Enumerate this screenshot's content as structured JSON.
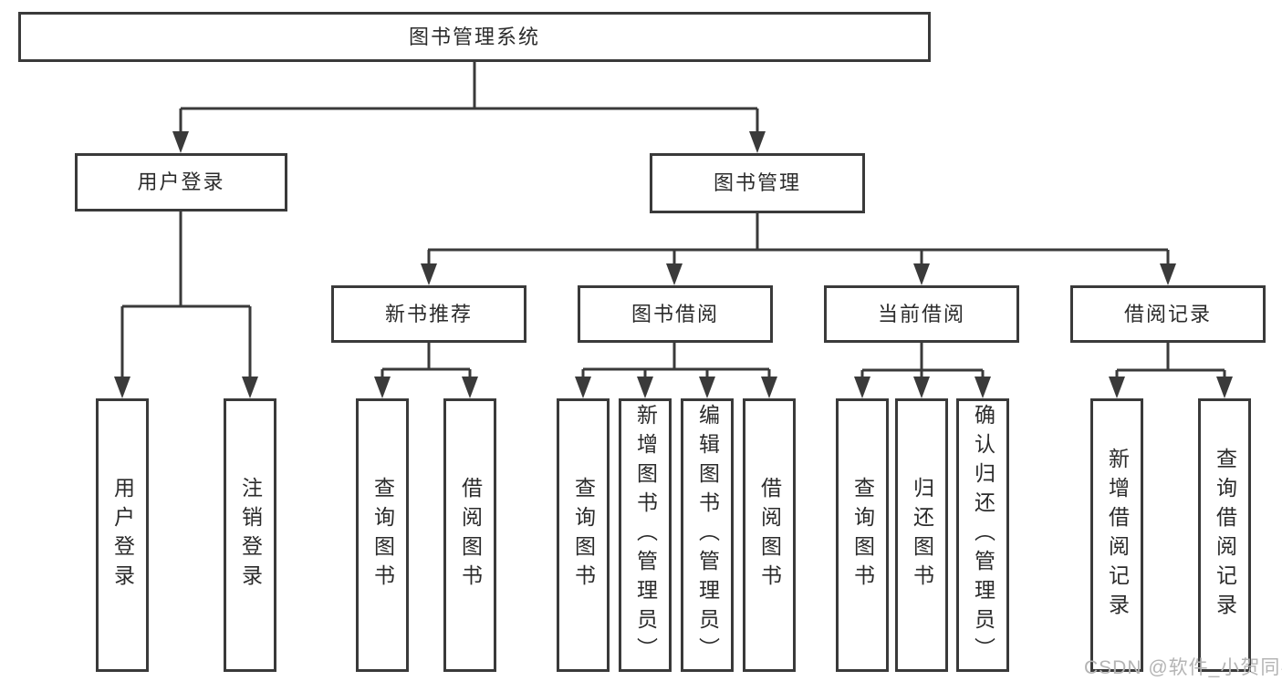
{
  "root": {
    "label": "图书管理系统"
  },
  "level1": [
    {
      "label": "用户登录"
    },
    {
      "label": "图书管理"
    }
  ],
  "level2": [
    {
      "label": "新书推荐"
    },
    {
      "label": "图书借阅"
    },
    {
      "label": "当前借阅"
    },
    {
      "label": "借阅记录"
    }
  ],
  "leaves": {
    "login": [
      {
        "label": "用户登录"
      },
      {
        "label": "注销登录"
      }
    ],
    "recommend": [
      {
        "label": "查询图书"
      },
      {
        "label": "借阅图书"
      }
    ],
    "borrow": [
      {
        "label": "查询图书"
      },
      {
        "label": "新增图书（管理员）"
      },
      {
        "label": "编辑图书（管理员）"
      },
      {
        "label": "借阅图书"
      }
    ],
    "current": [
      {
        "label": "查询图书"
      },
      {
        "label": "归还图书"
      },
      {
        "label": "确认归还（管理员）"
      }
    ],
    "records": [
      {
        "label": "新增借阅记录"
      },
      {
        "label": "查询借阅记录"
      }
    ]
  },
  "watermark": "CSDN @软件_小贺同学",
  "colors": {
    "line": "#3a3a3a",
    "text": "#2b2b2b",
    "watermark": "#b4b4b4",
    "background": "#ffffff"
  }
}
